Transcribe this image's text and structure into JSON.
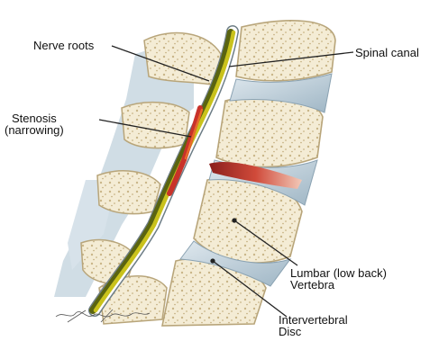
{
  "labels": {
    "nerve_roots": "Nerve roots",
    "spinal_canal": "Spinal canal",
    "stenosis": "Stenosis\n(narrowing)",
    "lumbar_vertebra": "Lumbar (low back)\nVertebra",
    "intervertebral_disc": "Intervertebral\nDisc"
  },
  "colors": {
    "bone_fill": "#f3ead2",
    "bone_edge": "#b8a57a",
    "disc": "#b9ccd8",
    "nerve_yellow": "#c9c21c",
    "nerve_olive": "#5a6410",
    "stenosis_red": "#c8322a",
    "leader_line": "#222222"
  },
  "icons": [
    "artist-signature"
  ]
}
